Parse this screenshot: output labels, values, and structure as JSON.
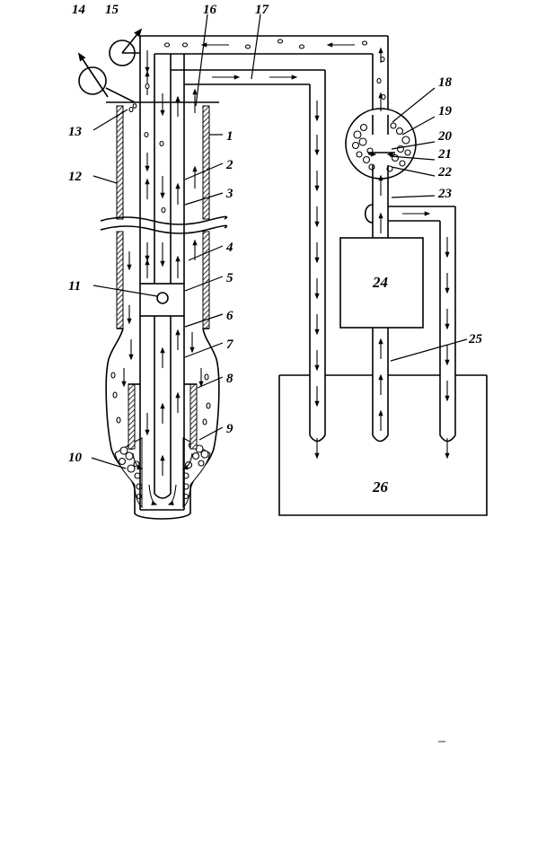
{
  "labels": {
    "l1": "1",
    "l2": "2",
    "l3": "3",
    "l4": "4",
    "l5": "5",
    "l6": "6",
    "l7": "7",
    "l8": "8",
    "l9": "9",
    "l10": "10",
    "l11": "11",
    "l12": "12",
    "l13": "13",
    "l14": "14",
    "l15": "15",
    "l16": "16",
    "l17": "17",
    "l18": "18",
    "l19": "19",
    "l20": "20",
    "l21": "21",
    "l22": "22",
    "l23": "23",
    "l24": "24",
    "l25": "25",
    "l26": "26"
  },
  "footer_mark": "–",
  "colors": {
    "ink": "#000000",
    "paper": "#ffffff"
  }
}
